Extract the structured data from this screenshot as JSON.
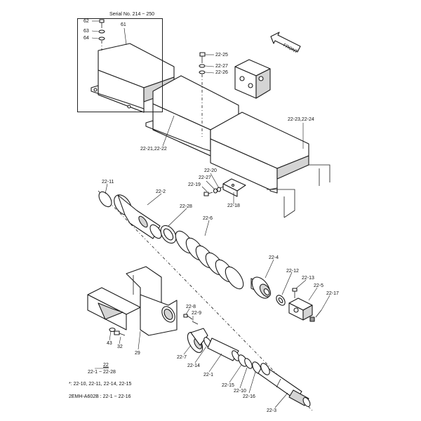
{
  "serial_note": "Serial No. 214 ~ 250",
  "front_label": "FRONT",
  "part_labels": {
    "p62": "62",
    "p63": "63",
    "p64": "64",
    "p61": "61",
    "p22_25": "22-25",
    "p22_27a": "22-27",
    "p22_26": "22-26",
    "p22_23_24": "22-23,22-24",
    "p22_21_22": "22-21,22-22",
    "p22_20": "22-20",
    "p22_27b": "22-27",
    "p22_19": "22-19",
    "p22_18": "22-18",
    "p22_11": "22-11",
    "p22_2": "22-2",
    "p22_28": "22-28",
    "p22_6": "22-6",
    "p22_4": "22-4",
    "p22_12": "22-12",
    "p22_13": "22-13",
    "p22_5": "22-5",
    "p22_17": "22-17",
    "p22_8": "22-8",
    "p22_9": "22-9",
    "p22_7": "22-7",
    "p22_14": "22-14",
    "p22_1": "22-1",
    "p22_15": "22-15",
    "p22_10": "22-10",
    "p22_16": "22-16",
    "p22_3": "22-3",
    "p43": "43",
    "p32": "32",
    "p29": "29"
  },
  "assembly": {
    "number": "22",
    "range": "22-1 ~ 22-28"
  },
  "footnote_1": "*: 22-10, 22-11, 22-14, 22-15",
  "footnote_2": "2EMH-A602B : 22-1 ~ 22-16"
}
